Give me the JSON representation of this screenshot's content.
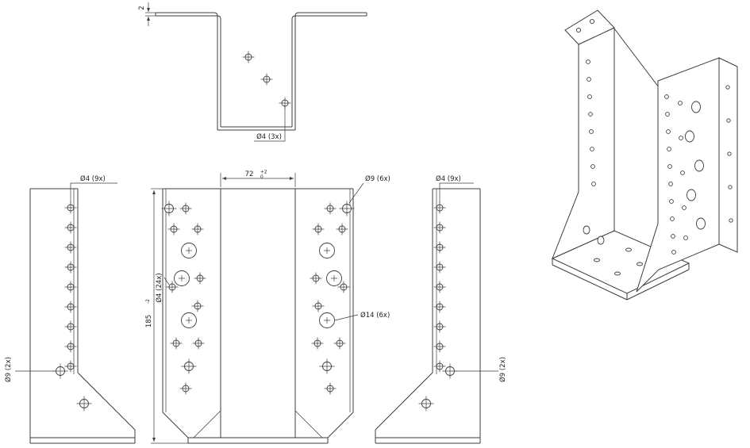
{
  "views": {
    "top": {
      "thickness": "2",
      "hole_note": "Ø4 (3x)"
    },
    "front": {
      "width_value": "72",
      "width_tol_upper": "+2",
      "width_tol_lower": "0",
      "height_value": "185",
      "height_tol": "-2",
      "hole_note_small": "Ø4 (24x)",
      "hole_note_top_right": "Ø9 (6x)",
      "hole_note_large": "Ø14 (6x)"
    },
    "left_side": {
      "hole_note_top": "Ø4 (9x)",
      "hole_note_side": "Ø9 (2x)"
    },
    "right_side": {
      "hole_note_top": "Ø4 (9x)",
      "hole_note_side": "Ø9 (2x)"
    }
  }
}
